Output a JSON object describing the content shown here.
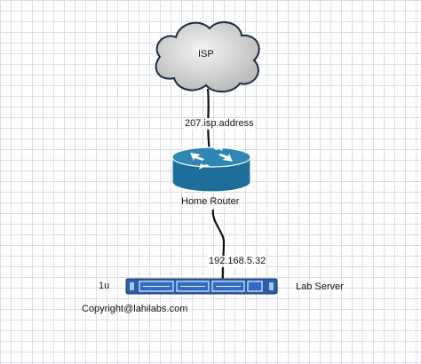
{
  "nodes": {
    "isp": {
      "label": "ISP",
      "icon": "cloud-icon"
    },
    "router": {
      "label": "Home Router",
      "icon": "router-icon"
    },
    "server": {
      "label": "Lab Server",
      "icon": "rack-server-icon",
      "rack_units": "1u"
    }
  },
  "links": {
    "isp_router": {
      "label": "207.isp.address"
    },
    "router_server": {
      "label": "192.168.5.32"
    }
  },
  "footer": {
    "copyright": "Copyright@lahilabs.com"
  },
  "colors": {
    "router_blue": "#1d6f99",
    "router_top": "#2d86b4",
    "server_blue": "#2a5ea8",
    "cloud_fill": "#c9c9c9",
    "cloud_stroke": "#1c2a44",
    "link": "#111111"
  }
}
